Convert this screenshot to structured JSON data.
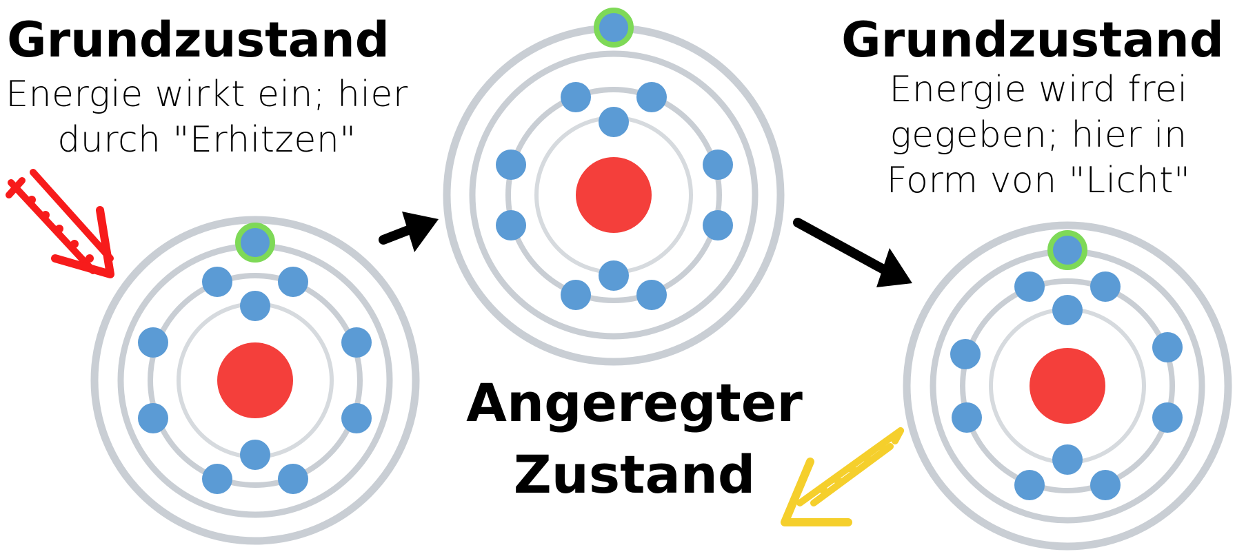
{
  "left": {
    "title": "Grundzustand",
    "subtitle_line1": "Energie wirkt ein; hier",
    "subtitle_line2": "durch \"Erhitzen\""
  },
  "right": {
    "title": "Grundzustand",
    "subtitle_line1": "Energie wird frei",
    "subtitle_line2": "gegeben; hier in",
    "subtitle_line3": "Form von \"Licht\""
  },
  "center": {
    "title_line1": "Angeregter",
    "title_line2": "Zustand"
  },
  "colors": {
    "shell": "#c9ced4",
    "nucleus": "#f43f3b",
    "electron": "#5b9bd5",
    "electron_ring": "#7ed957",
    "heat_arrow": "#f71b1b",
    "light_arrow": "#f5cf2c",
    "process_arrow": "#000000",
    "text": "#000000"
  }
}
